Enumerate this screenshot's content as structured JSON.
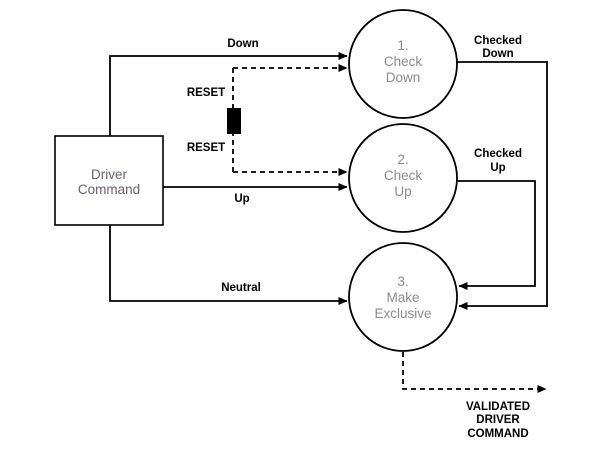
{
  "entity": {
    "label_lines": [
      "Driver",
      "Command"
    ]
  },
  "processes": [
    {
      "number": "1.",
      "name_lines": [
        "Check",
        "Down"
      ]
    },
    {
      "number": "2.",
      "name_lines": [
        "Check",
        "Up"
      ]
    },
    {
      "number": "3.",
      "name_lines": [
        "Make",
        "Exclusive"
      ]
    }
  ],
  "flow_labels": {
    "down": "Down",
    "up": "Up",
    "neutral": "Neutral",
    "reset_upper": "RESET",
    "reset_lower": "RESET",
    "checked_down_lines": [
      "Checked",
      "Down"
    ],
    "checked_up_lines": [
      "Checked",
      "Up"
    ],
    "validated_lines": [
      "VALIDATED",
      "DRIVER",
      "COMMAND"
    ]
  },
  "colors": {
    "background": "#ffffff",
    "line": "#000000",
    "process_text": "#8c8c8c",
    "entity_text": "#6e626e",
    "flow_label_text": "#000000",
    "node_fill": "#ffffff"
  }
}
